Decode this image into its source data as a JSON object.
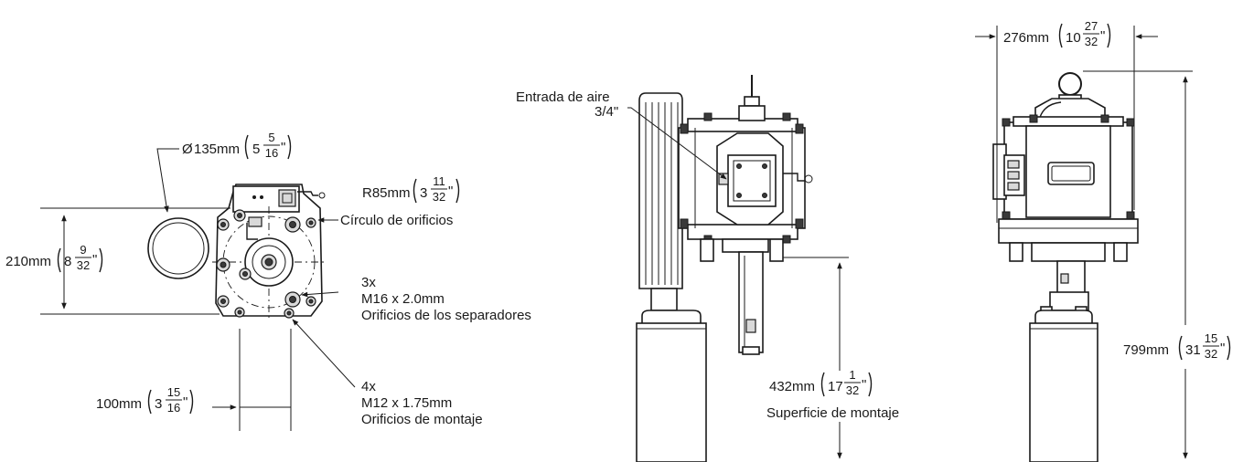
{
  "dimensions": {
    "diameter": {
      "symbol": "Ø",
      "value": "135mm",
      "whole": "5",
      "num": "5",
      "den": "16",
      "unit": "\""
    },
    "radius": {
      "value": "R85mm",
      "whole": "3",
      "num": "11",
      "den": "32",
      "unit": "\""
    },
    "height_210": {
      "value": "210mm",
      "whole": "8",
      "num": "9",
      "den": "32",
      "unit": "\""
    },
    "width_100": {
      "value": "100mm",
      "whole": "3",
      "num": "15",
      "den": "16",
      "unit": "\""
    },
    "height_432": {
      "value": "432mm",
      "whole": "17",
      "num": "1",
      "den": "32",
      "unit": "\""
    },
    "width_276": {
      "value": "276mm",
      "whole": "10",
      "num": "27",
      "den": "32",
      "unit": "\""
    },
    "height_799": {
      "value": "799mm",
      "whole": "31",
      "num": "15",
      "den": "32",
      "unit": "\""
    }
  },
  "callouts": {
    "hole_circle": "Círculo de orificios",
    "spacer_count": "3x",
    "spacer_thread": "M16 x 2.0mm",
    "spacer_label": "Orificios de los separadores",
    "mount_count": "4x",
    "mount_thread": "M12 x 1.75mm",
    "mount_label": "Orificios de montaje",
    "air_inlet": "Entrada de aire",
    "air_inlet_size": "3/4\"",
    "mount_surface": "Superficie de montaje"
  }
}
